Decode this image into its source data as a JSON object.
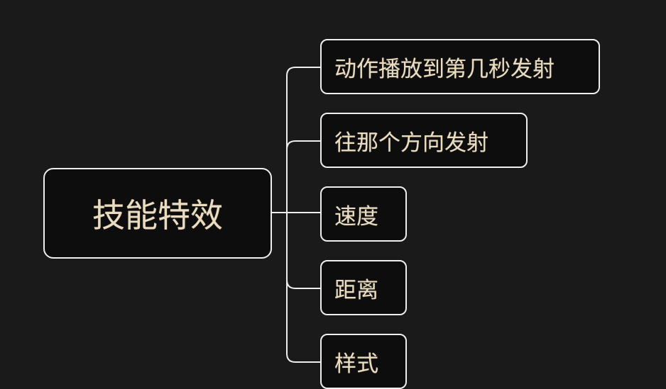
{
  "diagram": {
    "root": {
      "label": "技能特效"
    },
    "children": [
      {
        "label": "动作播放到第几秒发射"
      },
      {
        "label": "往那个方向发射"
      },
      {
        "label": "速度"
      },
      {
        "label": "距离"
      },
      {
        "label": "样式"
      }
    ]
  },
  "colors": {
    "background": "#1b1a1b",
    "node_fill": "#0e0d0d",
    "node_border": "#eeeeee",
    "text": "#e9dcc0",
    "connector": "#eeeeee"
  }
}
